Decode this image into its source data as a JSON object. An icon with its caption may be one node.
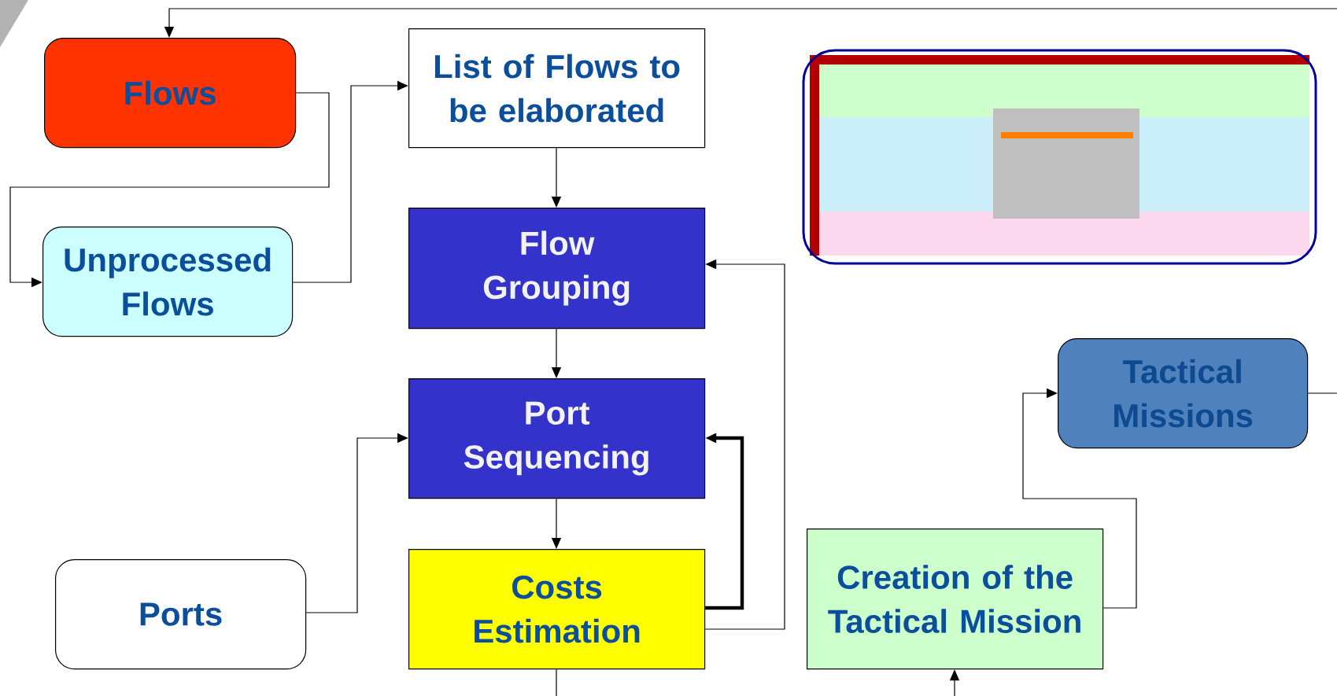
{
  "diagram": {
    "nodes": [
      {
        "text": [
          "Flows"
        ]
      },
      {
        "text": [
          "List of Flows to be elaborated"
        ]
      },
      {
        "text": [
          "Unprocessed Flows"
        ]
      },
      {
        "text": [
          "Flow Grouping"
        ]
      },
      {
        "text": [
          "Port Sequencing"
        ]
      },
      {
        "text": [
          "Ports"
        ]
      },
      {
        "text": [
          "Costs Estimation"
        ]
      },
      {
        "text": [
          "Creation of the Tactical Mission"
        ]
      },
      {
        "text": [
          "Tactical Missions"
        ]
      }
    ],
    "edges": [
      {
        "from": null,
        "to": 0,
        "arrow": "to"
      },
      {
        "from": 0,
        "to": 2,
        "arrow": "to"
      },
      {
        "from": 2,
        "to": 1,
        "arrow": "to"
      },
      {
        "from": 1,
        "to": 3,
        "arrow": "to"
      },
      {
        "from": 3,
        "to": 4,
        "arrow": "to"
      },
      {
        "from": 4,
        "to": 6,
        "arrow": "to"
      },
      {
        "from": 5,
        "to": 4,
        "arrow": "to"
      },
      {
        "from": 6,
        "to": 4,
        "arrow": "to",
        "style": "thick"
      },
      {
        "from": 6,
        "to": 3,
        "arrow": "to"
      },
      {
        "from": 6,
        "to": null,
        "arrow": "none"
      },
      {
        "from": null,
        "to": 7,
        "arrow": "to"
      },
      {
        "from": 7,
        "to": 8,
        "arrow": "to"
      },
      {
        "from": 8,
        "to": null,
        "arrow": "none"
      }
    ]
  }
}
